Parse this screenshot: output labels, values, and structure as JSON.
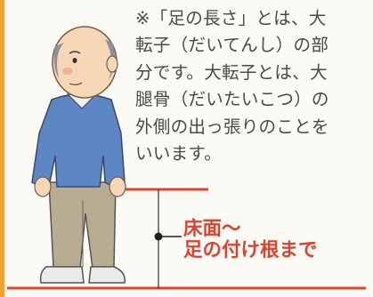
{
  "note": {
    "lines": [
      "※「足の長さ」とは、大",
      "転子（だいてんし）の部",
      "分です。大転子とは、大",
      "腿骨（だいたいこつ）の",
      "外側の出っ張りのことを",
      "いいます。"
    ]
  },
  "measure_label": {
    "line1": "床面～",
    "line2": "足の付け根まで"
  },
  "colors": {
    "accent_red": "#e0412f",
    "border_orange": "#f1a33a",
    "sweater_blue": "#5d86c4",
    "pants_khaki": "#b8ad93"
  }
}
